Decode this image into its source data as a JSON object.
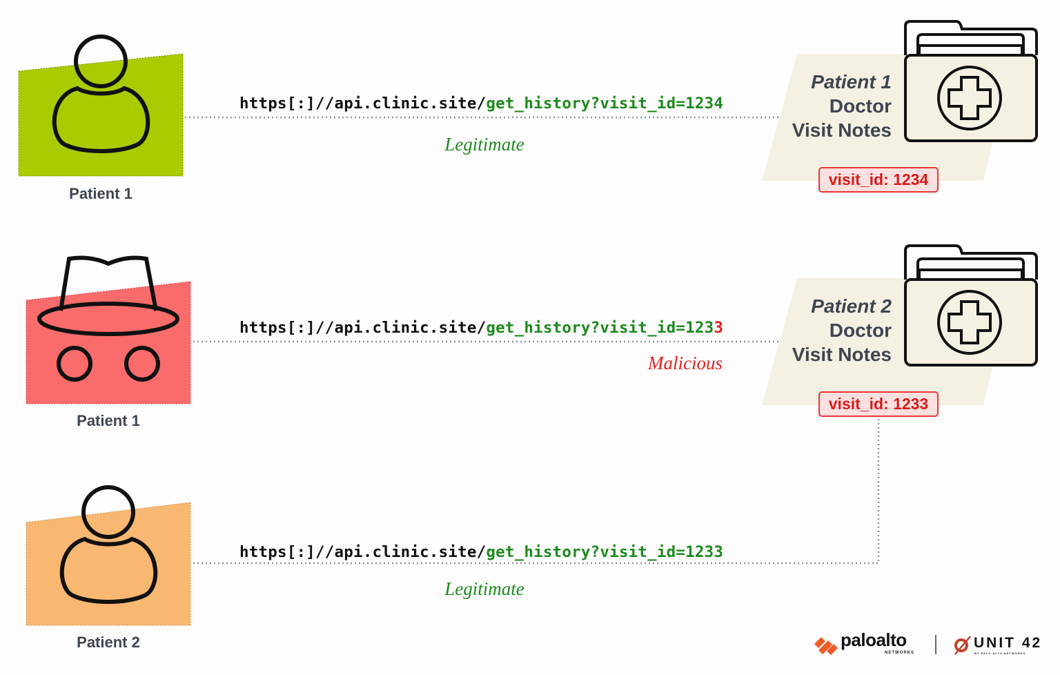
{
  "rows": [
    {
      "actor_label": "Patient 1",
      "actor_icon": "person-icon",
      "actor_color": "#a8cc00",
      "url_host": "https[:]//api.clinic.site/",
      "url_path": "get_history?visit_id=123",
      "url_last": "4",
      "verdict": "Legitimate",
      "verdict_color": "#1d8a1d",
      "record": {
        "patient": "Patient 1",
        "line2": "Doctor",
        "line3": "Visit Notes",
        "badge": "visit_id: 1234"
      }
    },
    {
      "actor_label": "Patient 1",
      "actor_icon": "spy-hat-icon",
      "actor_color": "#fa6b6b",
      "url_host": "https[:]//api.clinic.site/",
      "url_path": "get_history?visit_id=123",
      "url_last": "3",
      "verdict": "Malicious",
      "verdict_color": "#e02020",
      "record": {
        "patient": "Patient 2",
        "line2": "Doctor",
        "line3": "Visit Notes",
        "badge": "visit_id: 1233"
      }
    },
    {
      "actor_label": "Patient 2",
      "actor_icon": "person-icon",
      "actor_color": "#f8b872",
      "url_host": "https[:]//api.clinic.site/",
      "url_path": "get_history?visit_id=123",
      "url_last": "3",
      "verdict": "Legitimate",
      "verdict_color": "#1d8a1d"
    }
  ],
  "logos": {
    "paloalto": "paloalto",
    "paloalto_sub": "NETWORKS",
    "unit42": "UNIT 42",
    "unit42_sub": "BY PALO ALTO NETWORKS"
  }
}
